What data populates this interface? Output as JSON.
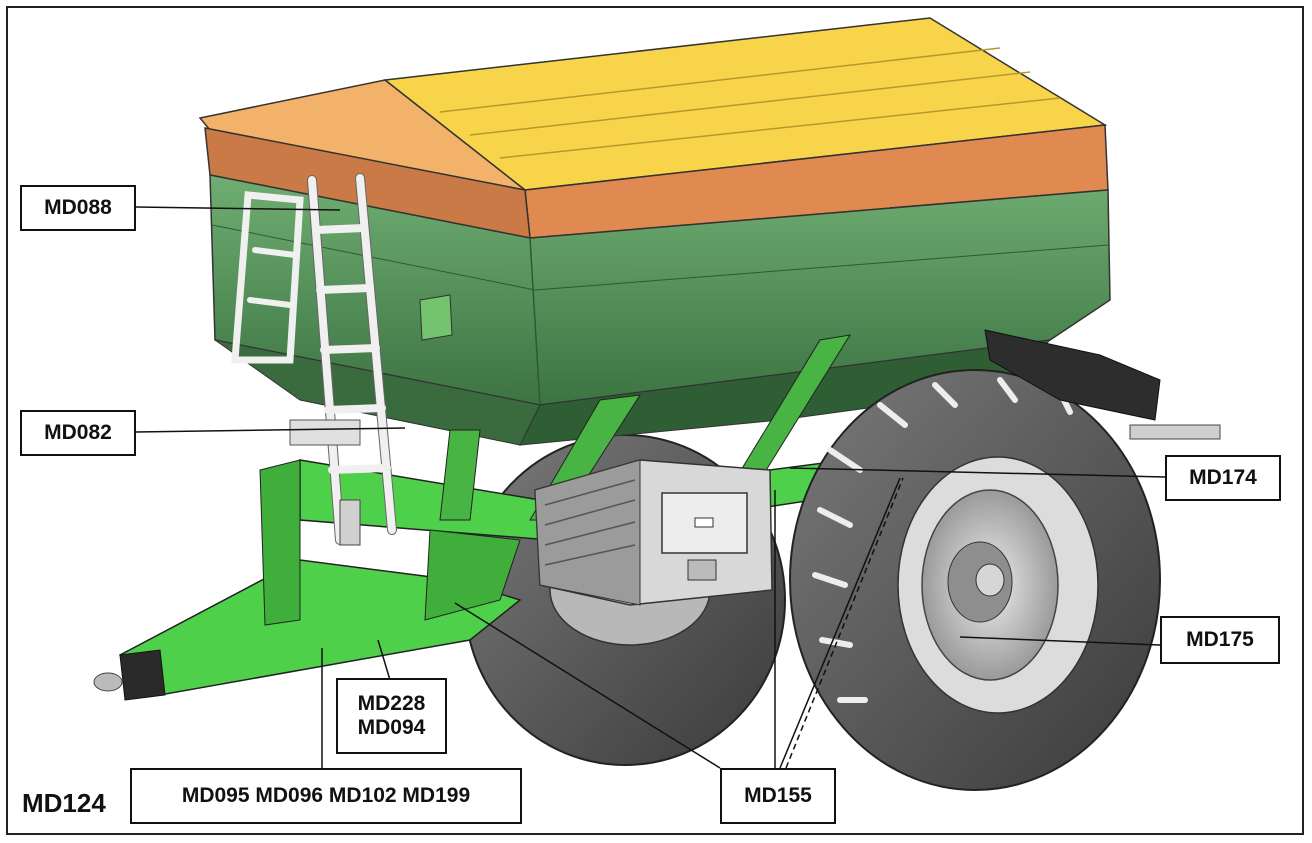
{
  "labels": {
    "md088": "MD088",
    "md082": "MD082",
    "md174": "MD174",
    "md175": "MD175",
    "md228": "MD228",
    "md094": "MD094",
    "md124": "MD124",
    "md_group": "MD095 MD096 MD102 MD199",
    "md155": "MD155"
  },
  "colors": {
    "lid_yellow": "#f7d44a",
    "lid_orange": "#e08a52",
    "lid_peach": "#f3b26a",
    "hopper_green": "#5e9e63",
    "hopper_dark": "#3f7a45",
    "frame_green": "#4fd04a",
    "tyre": "#555555",
    "rim": "#c8c8c8",
    "box_grey": "#d8d8d8",
    "outline": "#111111"
  }
}
